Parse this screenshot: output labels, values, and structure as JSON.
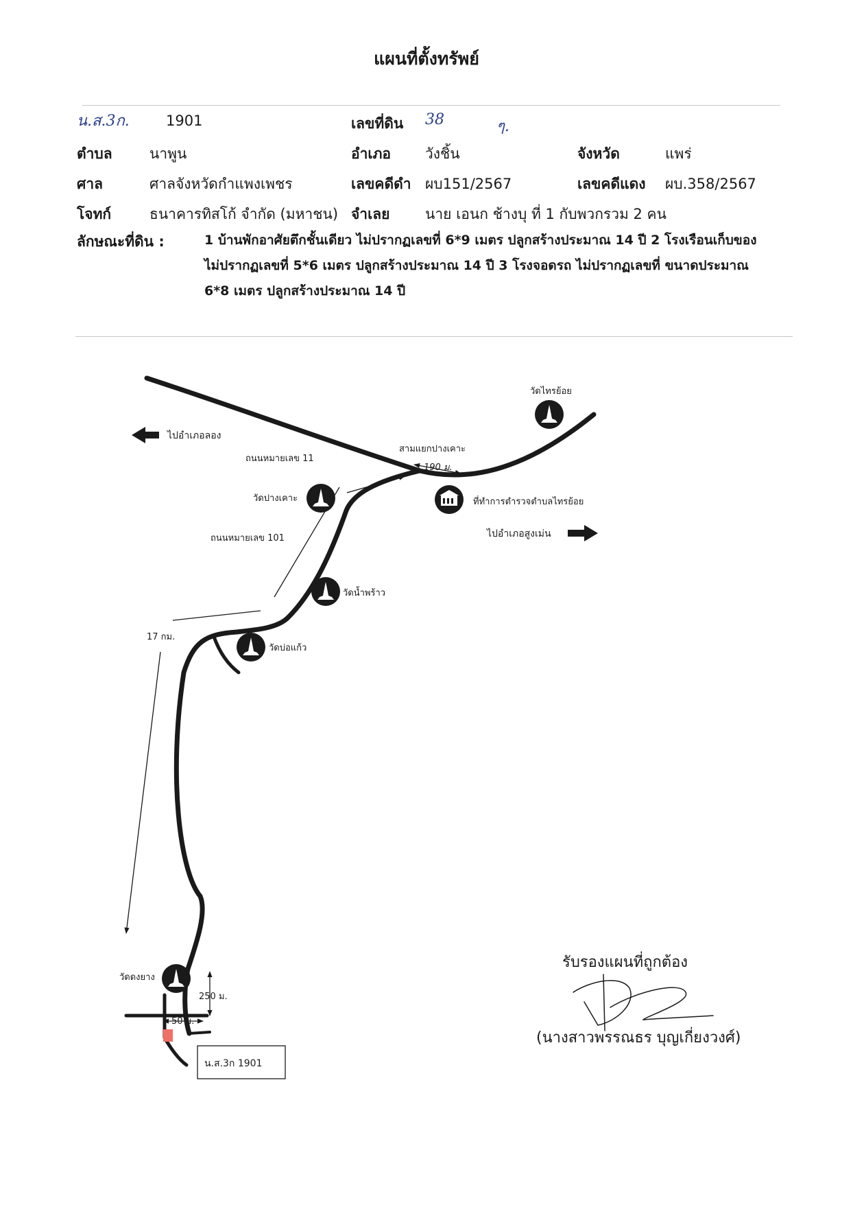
{
  "title": "แผนที่ตั้งทรัพย์",
  "header": {
    "deed_handwritten": "น.ส.3ก.",
    "deed_number": "1901",
    "land_no_label": "เลขที่ดิน",
    "land_no_value": "38",
    "handwritten_mark": "ๆ.",
    "tambon_label": "ตำบล",
    "tambon_value": "นาพูน",
    "amphoe_label": "อำเภอ",
    "amphoe_value": "วังชิ้น",
    "province_label": "จังหวัด",
    "province_value": "แพร่",
    "court_label": "ศาล",
    "court_value": "ศาลจังหวัดกำแพงเพชร",
    "black_case_label": "เลขคดีดำ",
    "black_case_value": "ผบ151/2567",
    "red_case_label": "เลขคดีแดง",
    "red_case_value": "ผบ.358/2567",
    "plaintiff_label": "โจทก์",
    "plaintiff_value": "ธนาคารทิสโก้ จำกัด (มหาชน)",
    "defendant_label": "จำเลย",
    "defendant_value": "นาย เอนก ช้างบุ  ที่ 1  กับพวกรวม 2 คน",
    "land_type_label": "ลักษณะที่ดิน :",
    "land_type_value": "1 บ้านพักอาศัยตึกชั้นเดียว ไม่ปรากฏเลขที่ 6*9 เมตร ปลูกสร้างประมาณ 14 ปี 2 โรงเรือนเก็บของ ไม่ปรากฏเลขที่ 5*6 เมตร ปลูกสร้างประมาณ 14 ปี 3 โรงจอดรถ ไม่ปรากฏเลขที่ ขนาดประมาณ 6*8 เมตร ปลูกสร้างประมาณ 14 ปี"
  },
  "map": {
    "temple_icon": "temple-icon",
    "police_icon": "police-station-icon",
    "to_long": "ไปอำเภอลอง",
    "to_sung_men": "ไปอำเภอสูงเม่น",
    "road_11": "ถนนหมายเลข 11",
    "road_101": "ถนนหมายเลข 101",
    "junction": "สามแยกปางเคาะ",
    "dist_190": "190 ม.",
    "police_station": "ที่ทำการตำรวจตำบลไทรย้อย",
    "wat_sai_yoi": "วัดไทรย้อย",
    "wat_pang_khao": "วัดปางเคาะ",
    "wat_nam_phrao": "วัดน้ำพร้าว",
    "wat_bo_kaeo": "วัดบ่อแก้ว",
    "wat_dong_yang": "วัดดงยาง",
    "dist_17km": "17 กม.",
    "dist_250": "250 ม.",
    "dist_50": "50 ม.",
    "parcel_label": "น.ส.3ก 1901",
    "parcel_color": "#f07068"
  },
  "certification": {
    "label": "รับรองแผนที่ถูกต้อง",
    "name": "(นางสาวพรรณธร บุญเกี่ยงวงศ์)"
  }
}
